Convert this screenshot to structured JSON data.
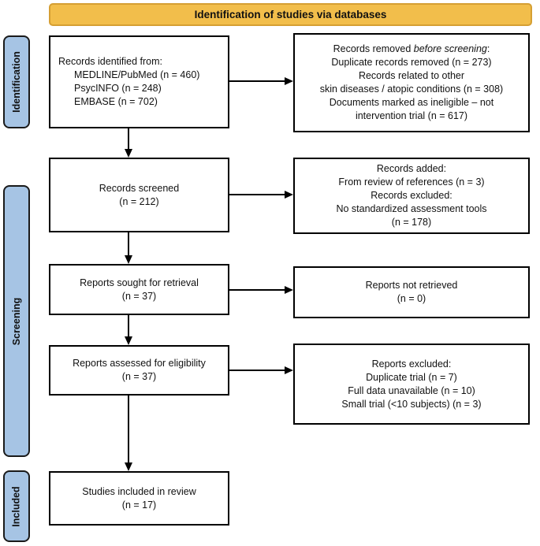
{
  "banner": {
    "title": "Identification of studies via databases"
  },
  "stages": [
    {
      "label": "Identification"
    },
    {
      "label": "Screening"
    },
    {
      "label": "Included"
    }
  ],
  "colors": {
    "banner_fill": "#F2BE4B",
    "banner_border": "#D59F33",
    "stage_fill": "#A6C4E4",
    "stage_border": "#1a1a1a",
    "box_border": "#000000",
    "arrow": "#000000",
    "text": "#111111"
  },
  "boxes": {
    "records_identified": {
      "title": "Records identified from:",
      "sources": [
        "MEDLINE/PubMed (n = 460)",
        "PsycINFO (n = 248)",
        "EMBASE (n = 702)"
      ]
    },
    "records_removed": {
      "intro_prefix": "Records removed ",
      "intro_italic": "before screening",
      "intro_suffix": ":",
      "lines": [
        "Duplicate records removed (n = 273)",
        "Records related to other",
        "skin diseases / atopic conditions (n = 308)",
        "Documents marked as ineligible – not",
        "intervention trial (n = 617)"
      ]
    },
    "records_screened": {
      "lines": [
        "Records screened",
        "(n = 212)"
      ]
    },
    "records_added": {
      "lines": [
        "Records added:",
        "From review of references (n = 3)",
        "Records excluded:",
        "No standardized assessment tools",
        "(n = 178)"
      ]
    },
    "reports_sought": {
      "lines": [
        "Reports sought for retrieval",
        "(n = 37)"
      ]
    },
    "reports_not_retrieved": {
      "lines": [
        "Reports not retrieved",
        "(n = 0)"
      ]
    },
    "reports_assessed": {
      "lines": [
        "Reports assessed for eligibility",
        "(n = 37)"
      ]
    },
    "reports_excluded": {
      "lines": [
        "Reports excluded:",
        "Duplicate trial (n = 7)",
        "Full data unavailable (n = 10)",
        "Small trial (<10 subjects) (n = 3)"
      ]
    },
    "studies_included": {
      "lines": [
        "Studies included in review",
        "(n = 17)"
      ]
    }
  }
}
